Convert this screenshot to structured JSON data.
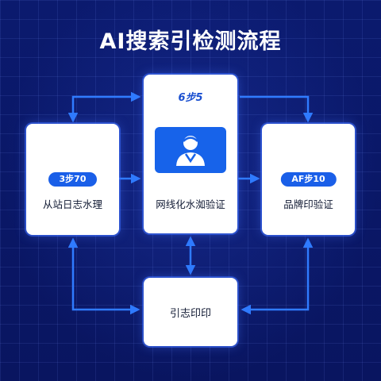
{
  "title": "AI搜索引检测流程",
  "nodes": {
    "left": {
      "pill": "3步70",
      "label": "从站日志水理"
    },
    "center": {
      "tag": "6步5",
      "label": "网线化水洳验证",
      "icon": "user-badge-icon"
    },
    "right": {
      "pill": "AF步10",
      "label": "品牌印验证"
    },
    "bottom": {
      "label": "引志印印"
    }
  },
  "colors": {
    "background": "#0a1868",
    "accent": "#1a5fe8",
    "arrow": "#2f7bff",
    "card": "#ffffff"
  }
}
